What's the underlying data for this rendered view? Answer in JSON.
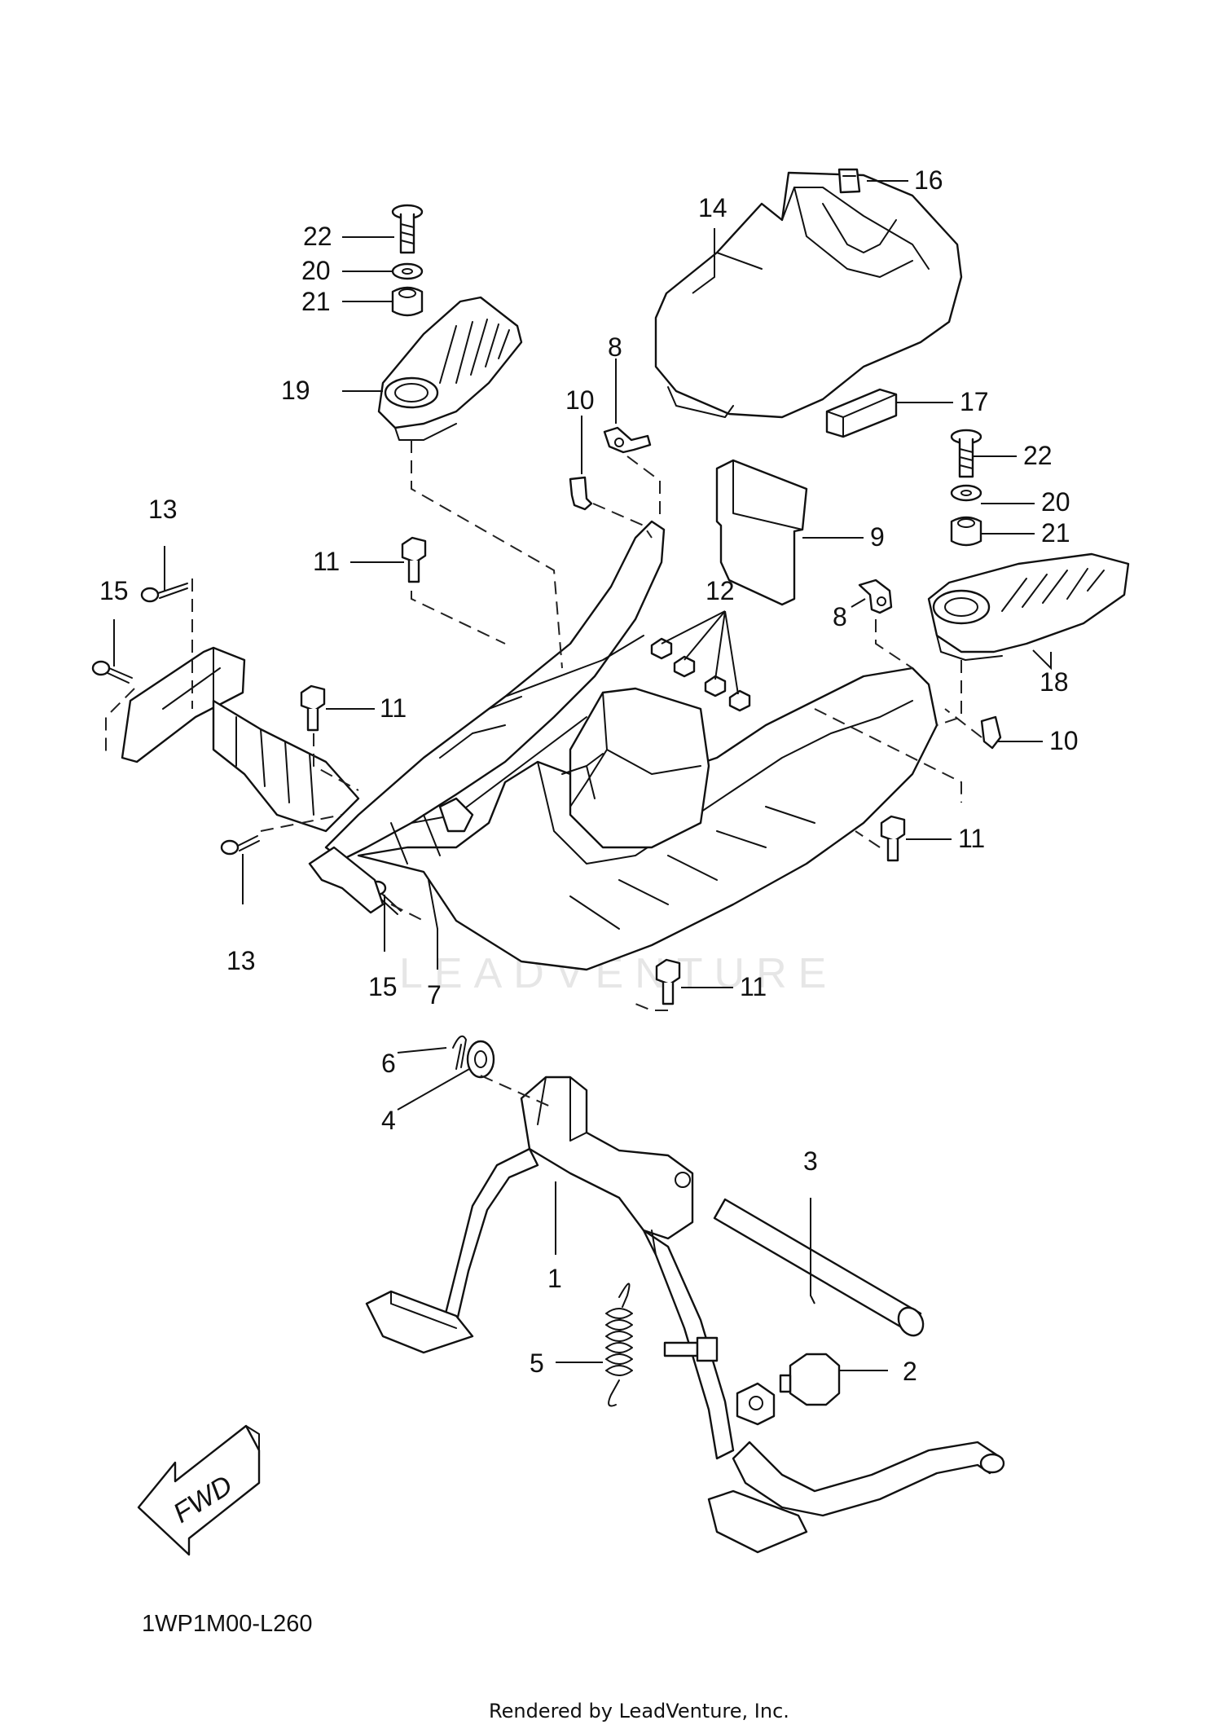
{
  "diagram": {
    "code": "1WP1M00-L260",
    "credit": "Rendered by LeadVenture, Inc.",
    "watermark": "LEADVENTURE",
    "fwd_label": "FWD",
    "callouts": {
      "c1": "1",
      "c2": "2",
      "c3": "3",
      "c4": "4",
      "c5": "5",
      "c6": "6",
      "c7": "7",
      "c8a": "8",
      "c8b": "8",
      "c9": "9",
      "c10a": "10",
      "c10b": "10",
      "c11a": "11",
      "c11b": "11",
      "c11c": "11",
      "c11d": "11",
      "c12": "12",
      "c13a": "13",
      "c13b": "13",
      "c14": "14",
      "c15a": "15",
      "c15b": "15",
      "c16": "16",
      "c17": "17",
      "c18": "18",
      "c19": "19",
      "c20a": "20",
      "c20b": "20",
      "c21a": "21",
      "c21b": "21",
      "c22a": "22",
      "c22b": "22"
    }
  }
}
